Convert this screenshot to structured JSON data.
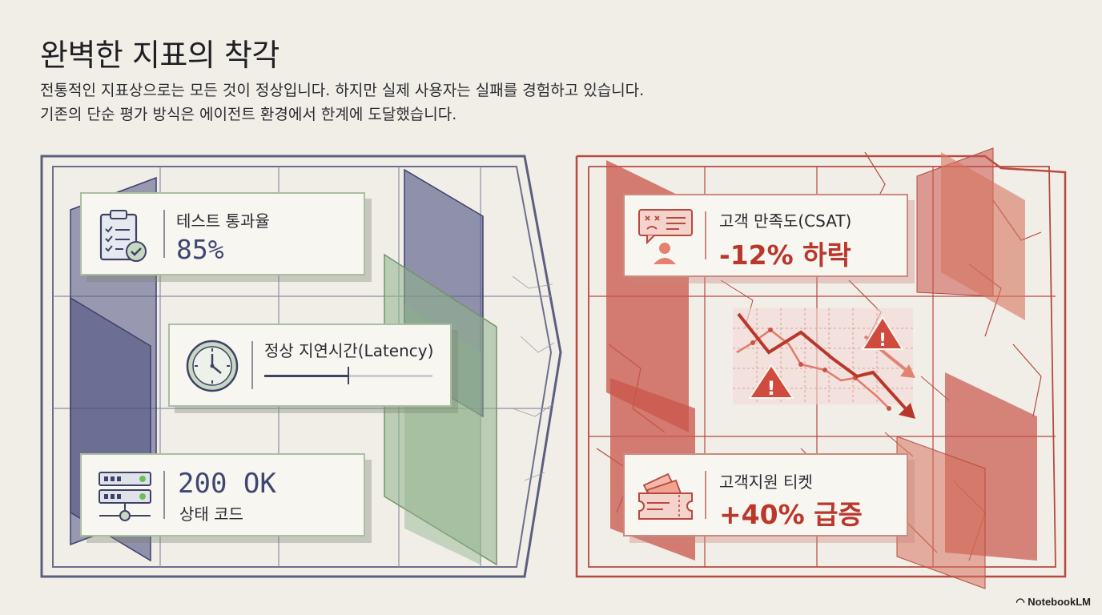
{
  "title": "완벽한 지표의 착각",
  "subtitle_lines": [
    "전통적인 지표상으로는 모든 것이 정상입니다. 하지만 실제 사용자는 실패를 경험하고 있습니다.",
    "기존의 단순 평가 방식은 에이전트 환경에서 한계에 도달했습니다."
  ],
  "left_panel": {
    "cards": [
      {
        "label": "테스트 통과율",
        "value": "85%",
        "icon": "clipboard-check-icon"
      },
      {
        "label": "정상 지연시간(Latency)",
        "value": "",
        "icon": "clock-icon",
        "latency_level": 0.5
      },
      {
        "label": "상태 코드",
        "value": "200 OK",
        "icon": "server-icon"
      }
    ]
  },
  "right_panel": {
    "cards": [
      {
        "label": "고객 만족도(CSAT)",
        "value": "-12% 하락",
        "icon": "unhappy-customer-icon"
      },
      {
        "label": "고객지원 티켓",
        "value": "+40% 급증",
        "icon": "ticket-icon"
      }
    ],
    "chart_icon": "declining-chart-warning-icon"
  },
  "brand": "NotebookLM",
  "colors": {
    "navy": "#4e5281",
    "green": "#8fb28a",
    "red": "#c9544a",
    "background": "#f1eee8"
  }
}
